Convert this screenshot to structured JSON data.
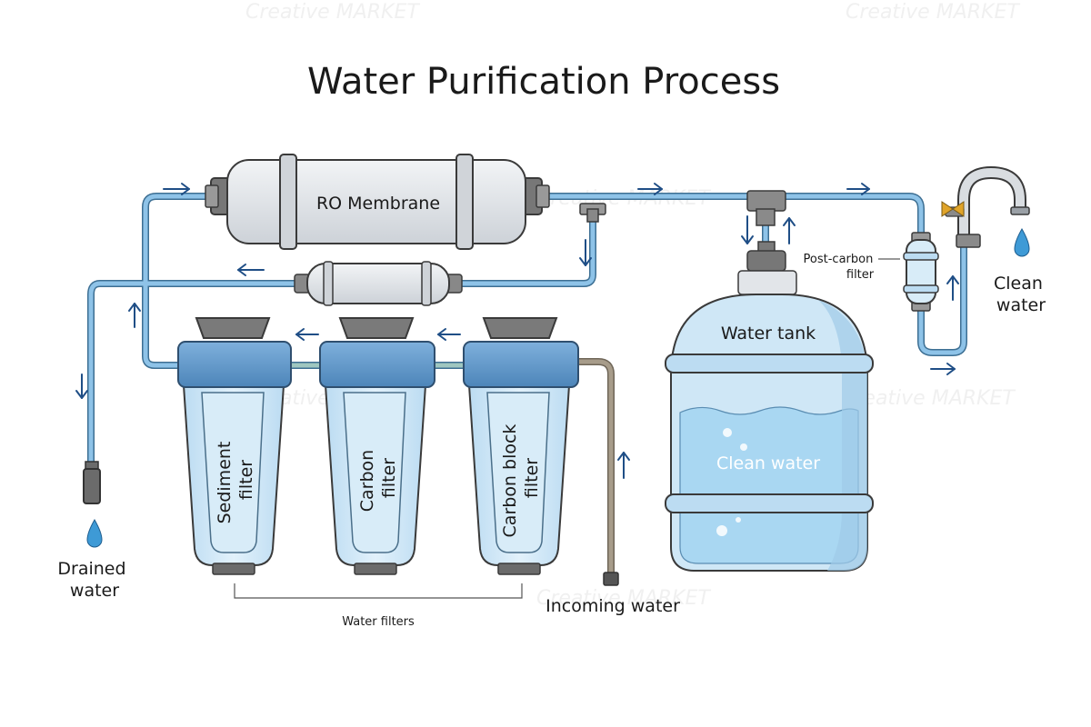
{
  "title": "Water Purification Process",
  "labels": {
    "ro_membrane": "RO Membrane",
    "sediment_filter": [
      "Sediment",
      "filter"
    ],
    "carbon_filter": [
      "Carbon",
      "filter"
    ],
    "carbon_block_filter": [
      "Carbon block",
      "filter"
    ],
    "water_filters": "Water filters",
    "incoming_water": "Incoming water",
    "drained_water": [
      "Drained",
      "water"
    ],
    "water_tank": "Water tank",
    "tank_clean_water": "Clean water",
    "post_carbon_filter": [
      "Post-carbon",
      "filter"
    ],
    "clean_water": [
      "Clean",
      "water"
    ]
  },
  "watermark": "Creative MARKET",
  "colors": {
    "pipe": "#8ec3e8",
    "pipe_outline": "#3d6f93",
    "cap": "#5b92c4",
    "housing": "#cfe7f6",
    "tank_water": "#a9d7f2",
    "membrane": "#e3e6ea",
    "incoming_pipe": "#a79c8a",
    "arrow": "#1f4e86",
    "drop": "#3e9ad6"
  },
  "icons": [
    "arrow-icon",
    "water-drop-icon",
    "faucet-icon",
    "valve-icon"
  ]
}
